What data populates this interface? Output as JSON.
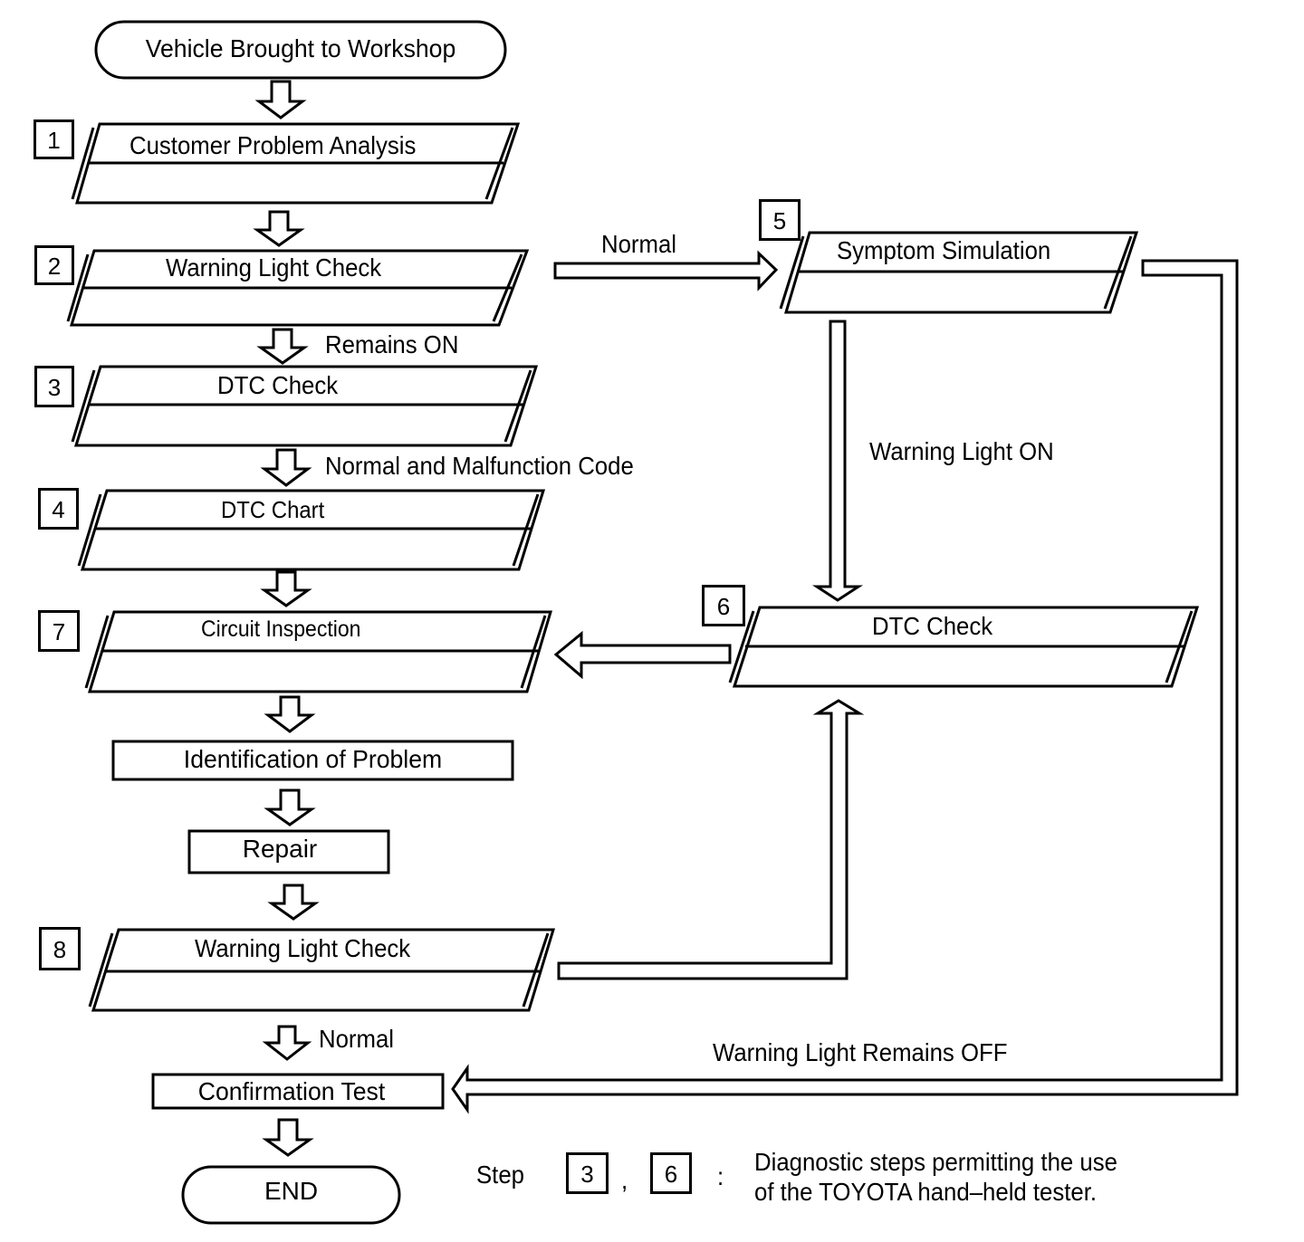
{
  "start": {
    "label": "Vehicle Brought to Workshop"
  },
  "end": {
    "label": "END"
  },
  "steps": [
    {
      "num": "1",
      "label": "Customer Problem Analysis"
    },
    {
      "num": "2",
      "label": "Warning Light Check"
    },
    {
      "num": "3",
      "label": "DTC Check"
    },
    {
      "num": "4",
      "label": "DTC Chart"
    },
    {
      "num": "5",
      "label": "Symptom Simulation"
    },
    {
      "num": "6",
      "label": "DTC Check"
    },
    {
      "num": "7",
      "label": "Circuit Inspection"
    },
    {
      "num": "8",
      "label": "Warning Light Check"
    }
  ],
  "process_boxes": {
    "identification": "Identification of Problem",
    "repair": "Repair",
    "confirmation": "Confirmation Test"
  },
  "edge_labels": {
    "normal_to_symptom": "Normal",
    "remains_on": "Remains ON",
    "normal_and_malfunction": "Normal and Malfunction Code",
    "warning_light_on": "Warning Light ON",
    "normal_to_confirmation": "Normal",
    "warning_light_remains_off": "Warning Light Remains OFF"
  },
  "legend": {
    "prefix": "Step",
    "steps": [
      "3",
      "6"
    ],
    "separator": ",",
    "colon": ":",
    "line1": "Diagnostic steps permitting the use",
    "line2": "of the TOYOTA hand–held tester."
  }
}
